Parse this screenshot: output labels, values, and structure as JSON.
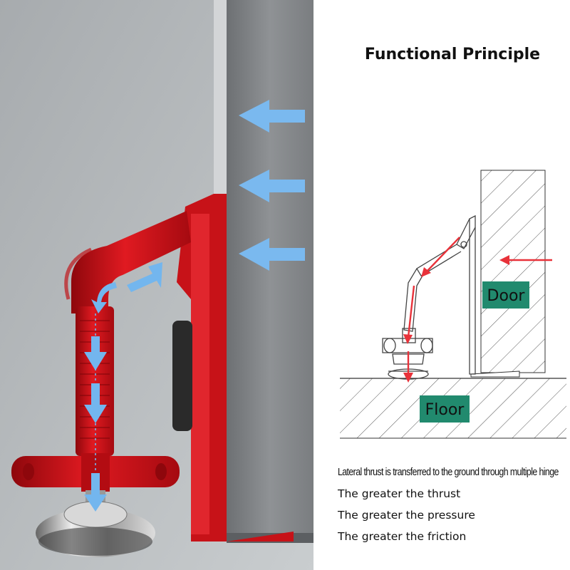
{
  "title": "Functional Principle",
  "labels": {
    "door": "Door",
    "floor": "Floor"
  },
  "notes": [
    "Lateral thrust is transferred to the ground through multiple hinge",
    "The greater the thrust",
    "The greater the pressure",
    "The greater the friction"
  ],
  "colors": {
    "device_red": "#d8141b",
    "flow_arrow_blue": "#73b6ee",
    "force_arrow_red": "#e8323a",
    "label_box_green": "#218a6e",
    "door_gray": "#8b8e91"
  },
  "icons": [
    "push-arrow-icon",
    "flow-arrow-icon",
    "force-arrow-icon"
  ]
}
